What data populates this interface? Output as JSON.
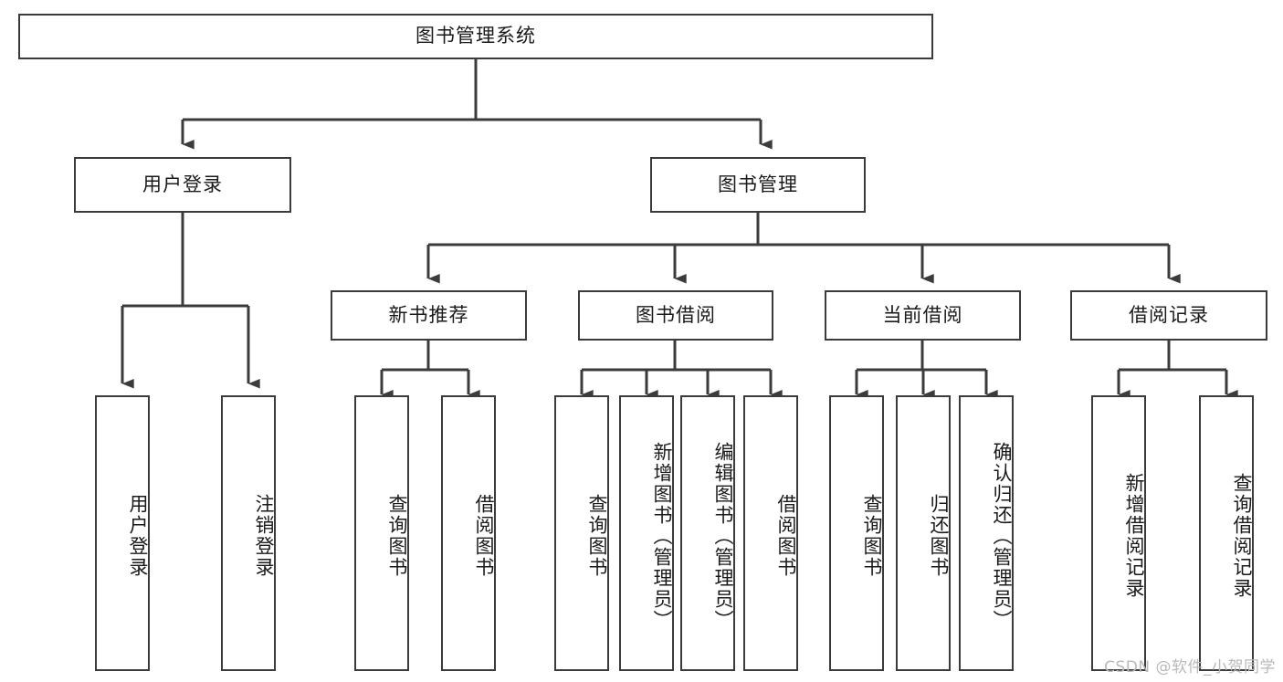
{
  "diagram": {
    "type": "tree",
    "title": "图书管理系统",
    "root": {
      "label": "图书管理系统"
    },
    "level2": [
      {
        "label": "用户登录"
      },
      {
        "label": "图书管理"
      }
    ],
    "level3": [
      {
        "label": "新书推荐"
      },
      {
        "label": "图书借阅"
      },
      {
        "label": "当前借阅"
      },
      {
        "label": "借阅记录"
      }
    ],
    "leaves_user_login": [
      {
        "label": "用户登录"
      },
      {
        "label": "注销登录"
      }
    ],
    "leaves_new_book": [
      {
        "label": "查询图书"
      },
      {
        "label": "借阅图书"
      }
    ],
    "leaves_borrow": [
      {
        "label": "查询图书"
      },
      {
        "label": "新增图书（管理员）"
      },
      {
        "label": "编辑图书（管理员）"
      },
      {
        "label": "借阅图书"
      }
    ],
    "leaves_current": [
      {
        "label": "查询图书"
      },
      {
        "label": "归还图书"
      },
      {
        "label": "确认归还（管理员）"
      }
    ],
    "leaves_record": [
      {
        "label": "新增借阅记录"
      },
      {
        "label": "查询借阅记录"
      }
    ]
  },
  "watermark": {
    "text": "CSDN @软件_小贺同学"
  },
  "colors": {
    "stroke": "#3b3b3b",
    "fill": "#ffffff",
    "text": "#1a1a1a",
    "watermark": "#b9b9b9"
  }
}
